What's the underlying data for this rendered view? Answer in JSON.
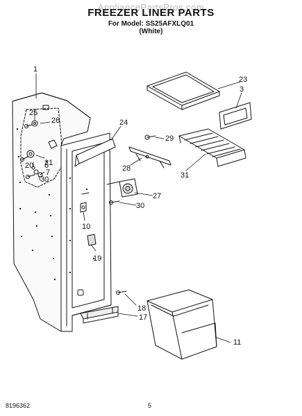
{
  "header": {
    "watermark": "AppliancePartsPros.com",
    "title": "FREEZER LINER PARTS",
    "model": "For Model: SS25AFXLQ01",
    "variant": "(White)"
  },
  "callouts": {
    "c1": "1",
    "c3": "3",
    "c6": "6",
    "c7": "7",
    "c10": "10",
    "c11": "11",
    "c17": "17",
    "c18": "18",
    "c19": "19",
    "c20": "20",
    "c21": "21",
    "c23": "23",
    "c24": "24",
    "c25": "25",
    "c26": "26",
    "c27": "27",
    "c28": "28",
    "c29": "29",
    "c30a": "30",
    "c30b": "30",
    "c31": "31"
  },
  "footer": {
    "doc_number": "8196362",
    "page": "5"
  }
}
